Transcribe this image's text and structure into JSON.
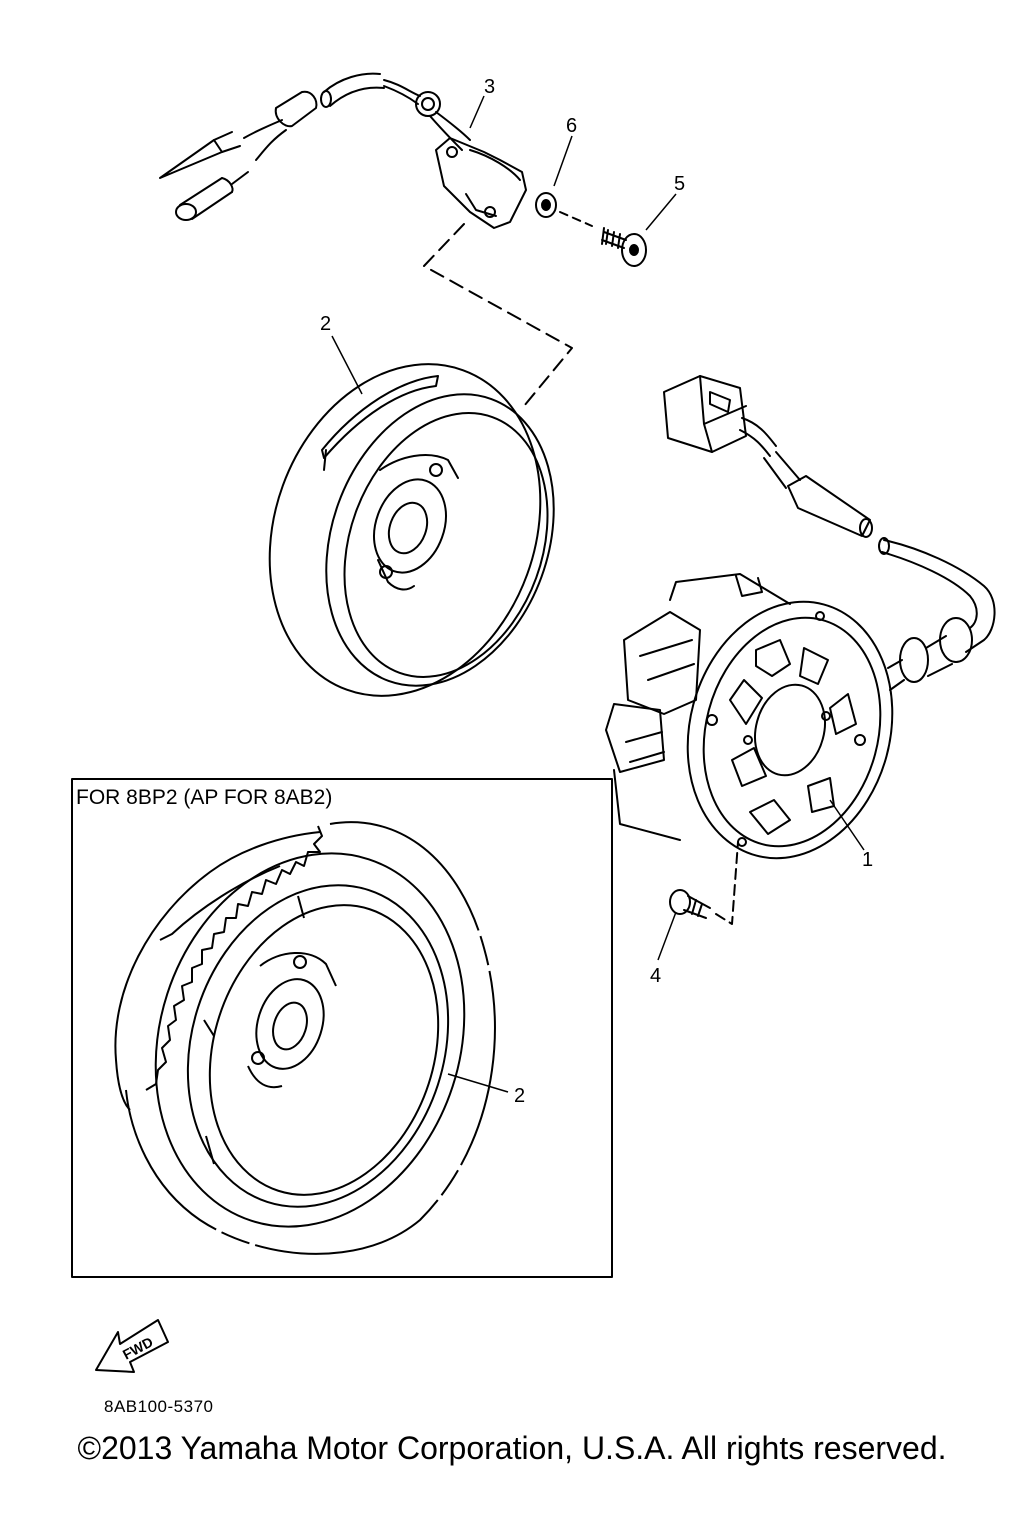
{
  "callouts": {
    "c3": "3",
    "c6": "6",
    "c5": "5",
    "c2_top": "2",
    "c1": "1",
    "c4": "4",
    "c2_inset": "2"
  },
  "inset": {
    "title": "FOR 8BP2 (AP FOR 8AB2)"
  },
  "fwd_label": "FWD",
  "part_code": "8AB100-5370",
  "copyright": "©2013 Yamaha Motor Corporation, U.S.A. All rights reserved.",
  "colors": {
    "line": "#000000",
    "background": "#ffffff"
  }
}
